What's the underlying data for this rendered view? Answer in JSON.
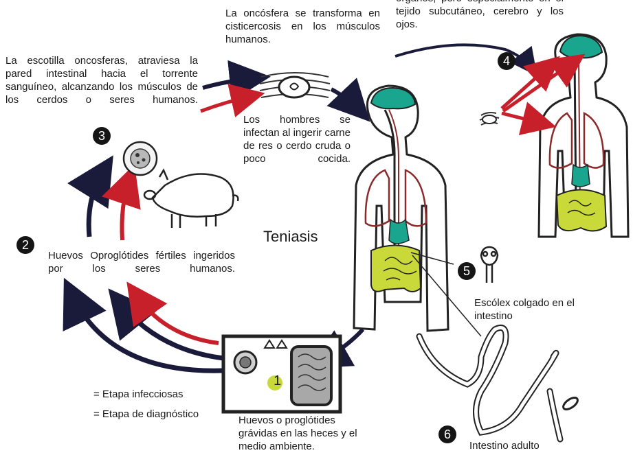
{
  "title": "Teniasis",
  "steps": {
    "s1": "1",
    "s2": "2",
    "s3": "3",
    "s4": "4",
    "s5": "5",
    "s6": "6"
  },
  "texts": {
    "oncosfera_transforma": "La oncósfera se transforma en cisticercosis en los músculos humanos.",
    "organos": "órganos, pero especialmente en el tejido subcutáneo, cerebro y los ojos.",
    "escotilla": "La escotilla oncosferas, atraviesa la pared intestinal hacia el torrente sanguíneo, alcanzando los músculos de los cerdos o seres humanos.",
    "hombres": "Los hombres se infectan al ingerir carne de res o cerdo cruda o poco cocida.",
    "huevos_ingeridos": "Huevos Oproglótides fértiles ingeridos por los seres humanos.",
    "escolex": "Escólex colgado en el intestino",
    "huevos_heces": "Huevos o proglótides grávidas en las heces y el medio ambiente.",
    "intestino_adulto": "Intestino adulto"
  },
  "legend": {
    "infecciosa": "= Etapa infecciosas",
    "diagnostico": "= Etapa de diagnóstico"
  },
  "colors": {
    "infective_arrow": "#c8202a",
    "cycle_arrow": "#1a1a3a",
    "brain": "#1aa58e",
    "intestine": "#c9d93a",
    "lungs": "#8a2a2a"
  }
}
